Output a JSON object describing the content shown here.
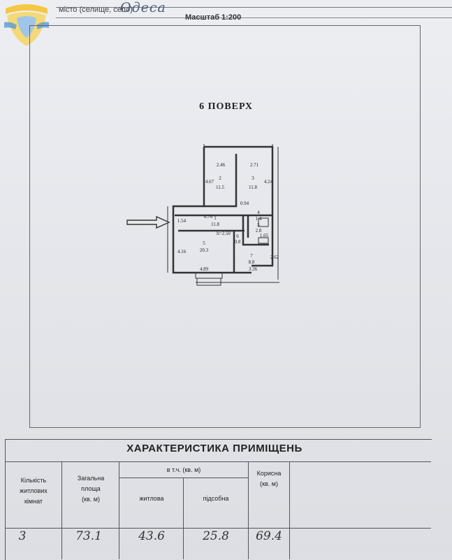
{
  "header": {
    "city_caption": "місто (селище, село)",
    "city_value": "Одеса",
    "scale": "Масштаб 1:200"
  },
  "plan": {
    "floor_title": "6  ПОВЕРХ",
    "rooms": [
      {
        "number": "1",
        "area": "11.8"
      },
      {
        "number": "2",
        "area": "11.5"
      },
      {
        "number": "3",
        "area": "11.8"
      },
      {
        "number": "4",
        "area": "1.4"
      },
      {
        "number": "5",
        "area": "2.8"
      },
      {
        "number": "5",
        "area": "20.3"
      },
      {
        "number": "6",
        "area": "0.8"
      },
      {
        "number": "7",
        "area": "8.8"
      }
    ],
    "dimensions": [
      "2.46",
      "2.71",
      "4.67",
      "4.24",
      "0.94",
      "6.76",
      "1.54",
      "h=2.50",
      "4.16",
      "4.89",
      "3.36",
      "2.62",
      "1.65"
    ]
  },
  "table": {
    "title": "ХАРАКТЕРИСТИКА ПРИМІЩЕНЬ",
    "headers": {
      "rooms": [
        "Кількість",
        "житлових",
        "кімнат"
      ],
      "total": [
        "Загальна",
        "площа",
        "(кв. м)"
      ],
      "incl": "в т.ч. (кв. м)",
      "living": "житлова",
      "aux": "підсобна",
      "useful": [
        "Корисна",
        "(кв. м)"
      ]
    },
    "values": {
      "rooms": "3",
      "total": "73.1",
      "living": "43.6",
      "aux": "25.8",
      "useful": "69.4"
    }
  }
}
